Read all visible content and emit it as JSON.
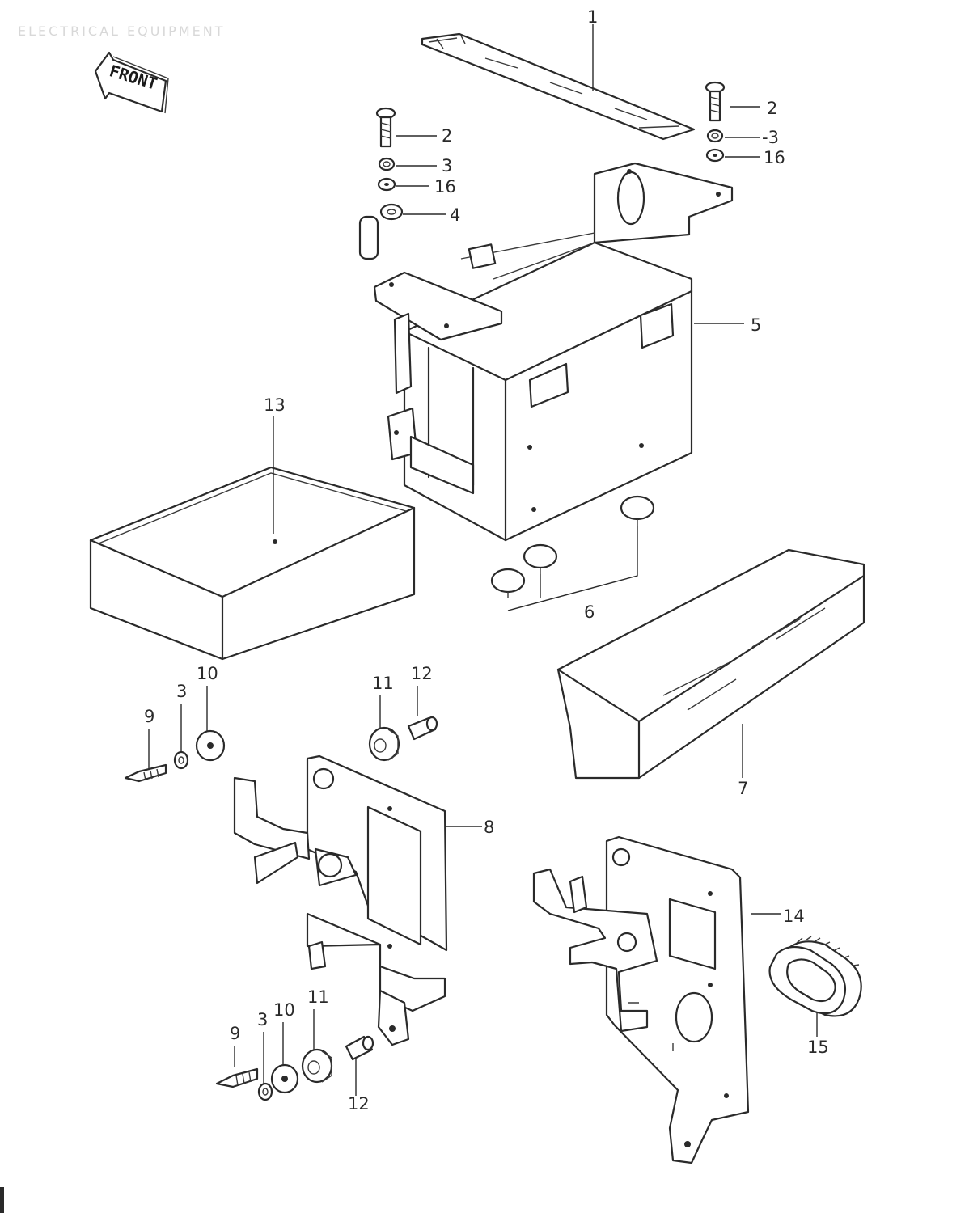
{
  "header_text": "ELECTRICAL EQUIPMENT",
  "front_label": "FRONT",
  "callouts": {
    "c1": "1",
    "c2a": "2",
    "c2b": "2",
    "c3a": "3",
    "c3b": "-3",
    "c3c": "3",
    "c3d": "3",
    "c16a": "16",
    "c16b": "16",
    "c4": "4",
    "c5": "5",
    "c6": "6",
    "c7": "7",
    "c8": "8",
    "c9a": "9",
    "c9b": "9",
    "c10a": "10",
    "c10b": "10",
    "c11a": "11",
    "c11b": "11",
    "c12a": "12",
    "c12b": "12",
    "c13": "13",
    "c14": "14",
    "c15": "15"
  }
}
